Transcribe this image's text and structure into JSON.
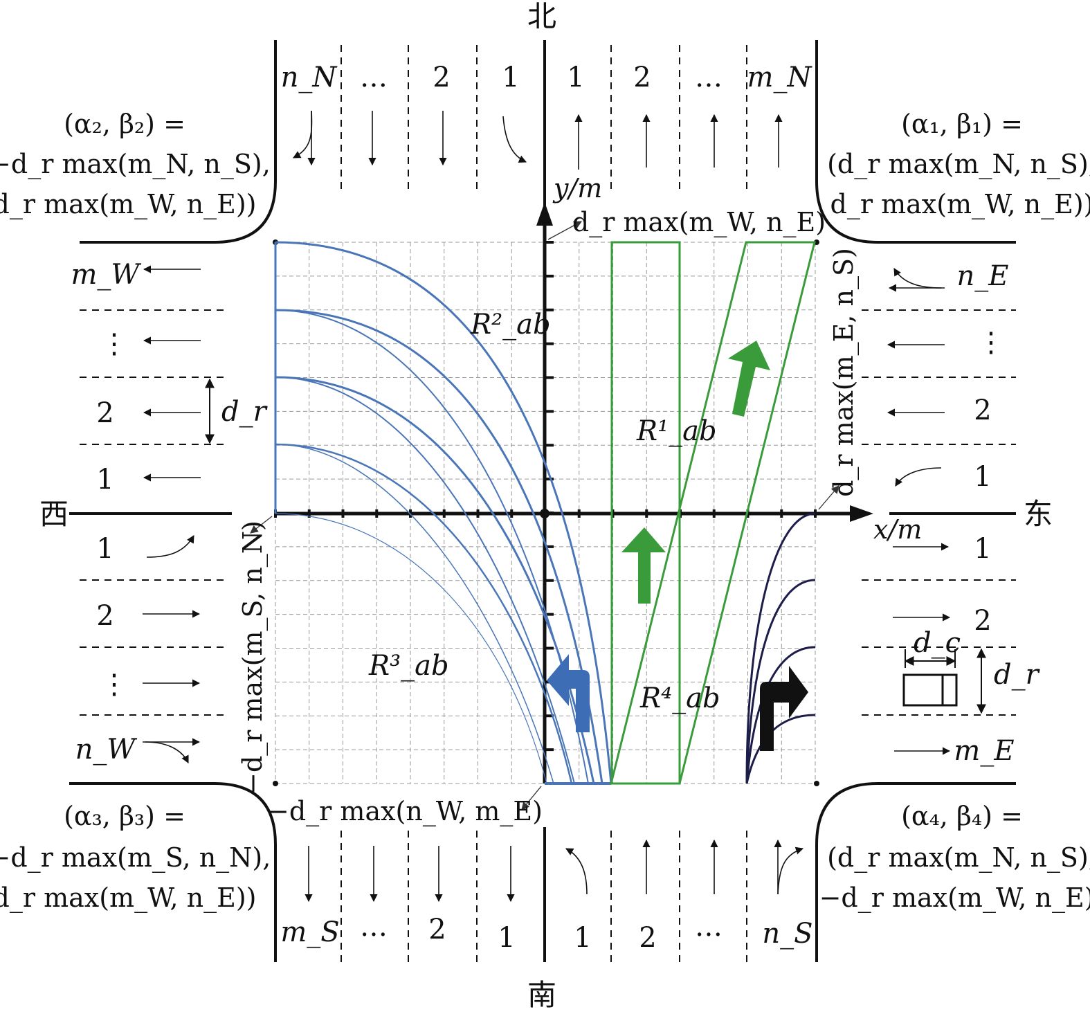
{
  "compass": {
    "north": "北",
    "south": "南",
    "west": "西",
    "east": "东"
  },
  "axes": {
    "x_label": "x/m",
    "y_label": "y/m"
  },
  "north_approach": {
    "in_lanes": [
      "n_N",
      "…",
      "2",
      "1"
    ],
    "out_lanes": [
      "1",
      "2",
      "…",
      "m_N"
    ]
  },
  "south_approach": {
    "out_lanes": [
      "m_S",
      "…",
      "2",
      "1"
    ],
    "in_lanes": [
      "1",
      "2",
      "…",
      "n_S"
    ]
  },
  "west_approach": {
    "out_lanes": [
      "m_W",
      "⋮",
      "2",
      "1"
    ],
    "in_lanes": [
      "1",
      "2",
      "⋮",
      "n_W"
    ]
  },
  "east_approach": {
    "in_lanes": [
      "n_E",
      "⋮",
      "2",
      "1"
    ],
    "out_lanes": [
      "1",
      "2",
      "m_E"
    ]
  },
  "corners": {
    "c2": [
      "(α₂, β₂) =",
      "(−d_r max(m_N, n_S),",
      "d_r max(m_W, n_E))"
    ],
    "c1": [
      "(α₁, β₁) =",
      "(d_r max(m_N, n_S),",
      "d_r max(m_W, n_E))"
    ],
    "c3": [
      "(α₃, β₃) =",
      "(−d_r max(m_S, n_N),",
      "d_r max(m_W, n_E))"
    ],
    "c4": [
      "(α₄, β₄) =",
      "(d_r max(m_N, n_S),",
      "−d_r max(m_W, n_E))"
    ]
  },
  "dims": {
    "top": "d_r max(m_W, n_E)",
    "bottom": "−d_r max(n_W, m_E)",
    "left": "−d_r max(m_S, n_N)",
    "right": "d_r max(m_E, n_S)",
    "lane_width": "d_r",
    "car_length": "d_c"
  },
  "regions": {
    "r1": "R¹_ab",
    "r2": "R²_ab",
    "r3": "R³_ab",
    "r4": "R⁴_ab"
  },
  "colors": {
    "left_turn": "#4a76b8",
    "straight": "#3a9b3a",
    "right_turn": "#1d1d4a",
    "ink": "#111111"
  }
}
